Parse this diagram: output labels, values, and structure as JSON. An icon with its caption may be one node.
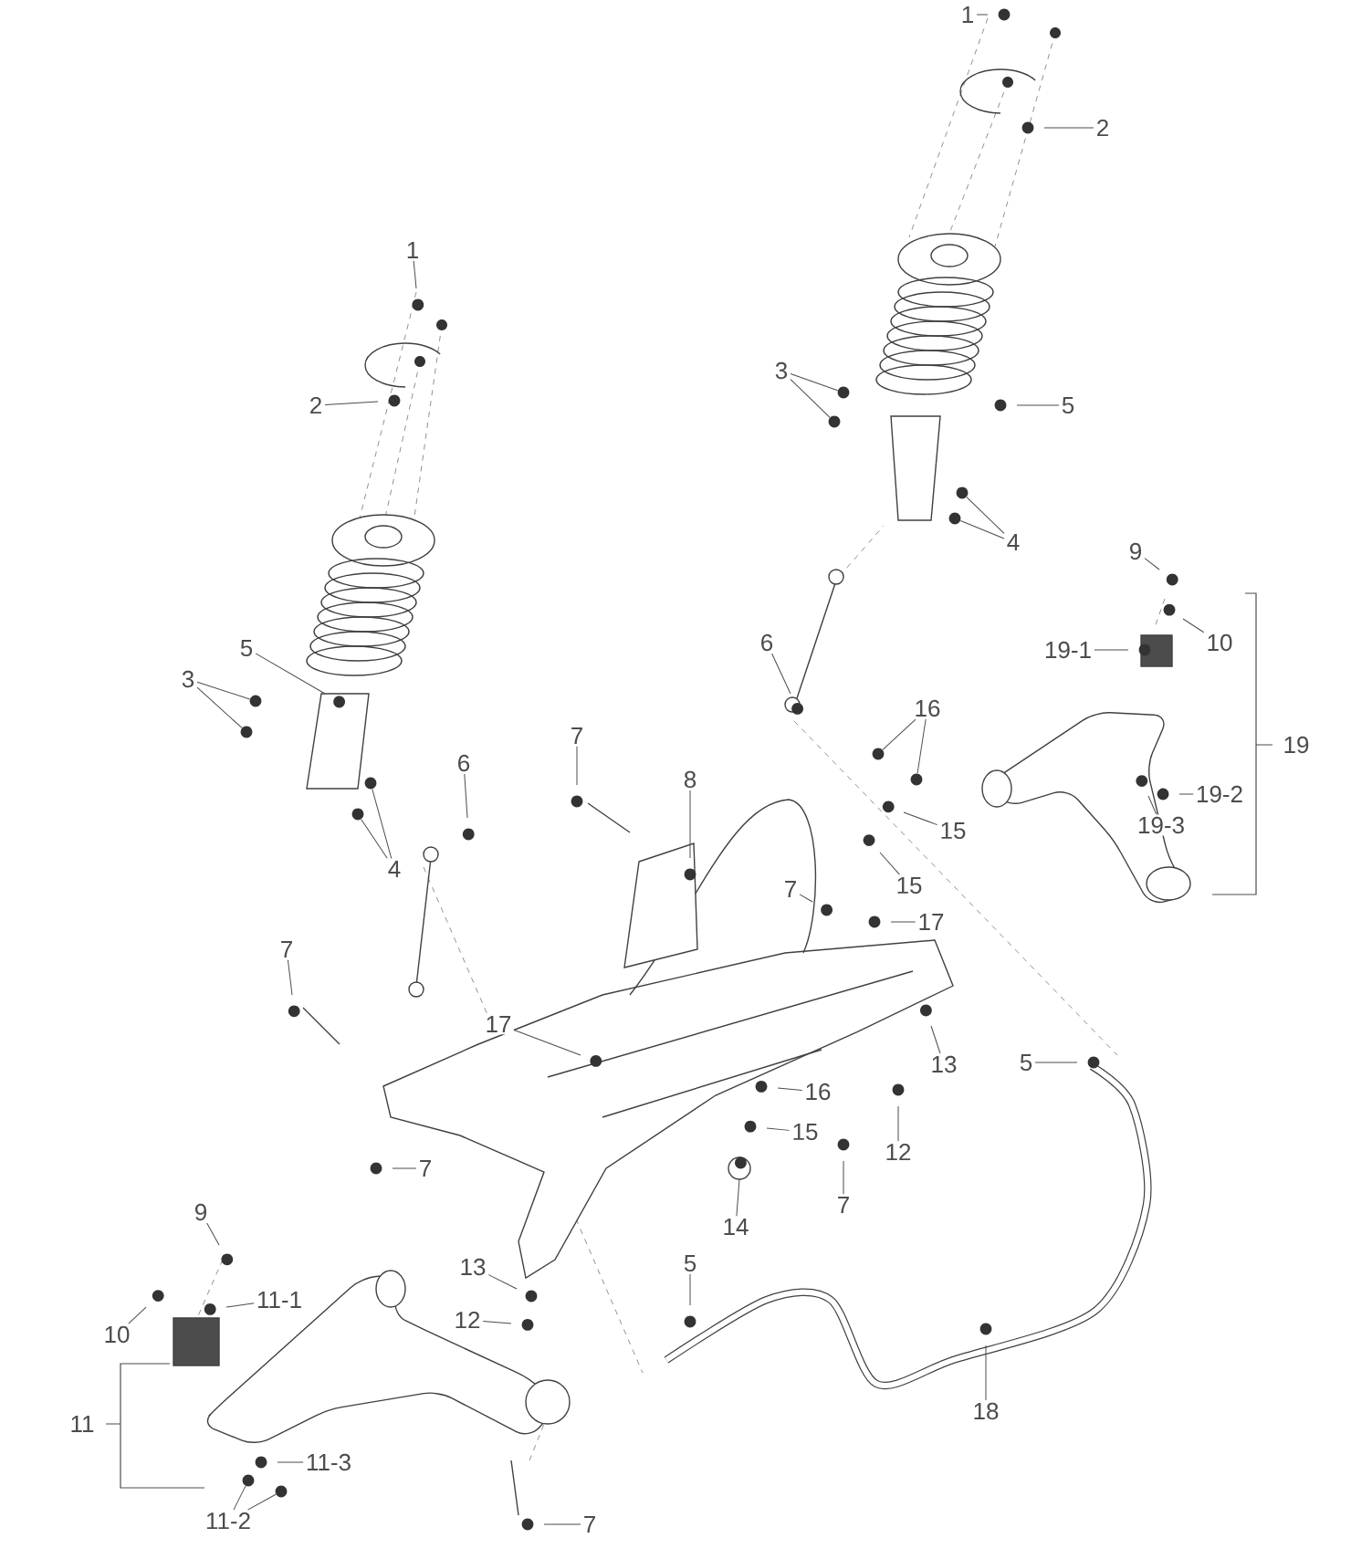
{
  "diagram": {
    "nodes": [
      {
        "text": [
          "1"
        ]
      },
      {
        "text": [
          "2"
        ]
      },
      {
        "text": [
          "3"
        ]
      },
      {
        "text": [
          "5"
        ]
      },
      {
        "text": [
          "1"
        ]
      },
      {
        "text": [
          "2"
        ]
      },
      {
        "text": [
          "4"
        ]
      },
      {
        "text": [
          "9"
        ]
      },
      {
        "text": [
          "10"
        ]
      },
      {
        "text": [
          "19-1"
        ]
      },
      {
        "text": [
          "5"
        ]
      },
      {
        "text": [
          "6"
        ]
      },
      {
        "text": [
          "3"
        ]
      },
      {
        "text": [
          "16"
        ]
      },
      {
        "text": [
          "7"
        ]
      },
      {
        "text": [
          "19"
        ]
      },
      {
        "text": [
          "6"
        ]
      },
      {
        "text": [
          "8"
        ]
      },
      {
        "text": [
          "19-2"
        ]
      },
      {
        "text": [
          "19-3"
        ]
      },
      {
        "text": [
          "15"
        ]
      },
      {
        "text": [
          "4"
        ]
      },
      {
        "text": [
          "15"
        ]
      },
      {
        "text": [
          "7"
        ]
      },
      {
        "text": [
          "17"
        ]
      },
      {
        "text": [
          "7"
        ]
      },
      {
        "text": [
          "17"
        ]
      },
      {
        "text": [
          "5"
        ]
      },
      {
        "text": [
          "13"
        ]
      },
      {
        "text": [
          "16"
        ]
      },
      {
        "text": [
          "15"
        ]
      },
      {
        "text": [
          "12"
        ]
      },
      {
        "text": [
          "7"
        ]
      },
      {
        "text": [
          "7"
        ]
      },
      {
        "text": [
          "9"
        ]
      },
      {
        "text": [
          "14"
        ]
      },
      {
        "text": [
          "5"
        ]
      },
      {
        "text": [
          "13"
        ]
      },
      {
        "text": [
          "11-1"
        ]
      },
      {
        "text": [
          "12"
        ]
      },
      {
        "text": [
          "10"
        ]
      },
      {
        "text": [
          "18"
        ]
      },
      {
        "text": [
          "11"
        ]
      },
      {
        "text": [
          "11-3"
        ]
      },
      {
        "text": [
          "11-2"
        ]
      },
      {
        "text": [
          "7"
        ]
      },
      {
        "text": [],
        "shape": "circle"
      },
      {
        "text": [],
        "shape": "circle"
      },
      {
        "text": [],
        "shape": "circle"
      },
      {
        "text": [],
        "shape": "circle"
      },
      {
        "text": [],
        "shape": "circle"
      },
      {
        "text": [],
        "shape": "circle"
      },
      {
        "text": [],
        "shape": "circle"
      },
      {
        "text": [],
        "shape": "circle"
      },
      {
        "text": [],
        "shape": "circle"
      },
      {
        "text": [],
        "shape": "circle"
      },
      {
        "text": [],
        "shape": "circle"
      },
      {
        "text": [],
        "shape": "circle"
      }
    ],
    "edges": [
      {
        "from": 0,
        "to": null,
        "arrow": "none"
      },
      {
        "from": 1,
        "to": null,
        "arrow": "none"
      },
      {
        "from": 2,
        "to": 46,
        "arrow": "none"
      },
      {
        "from": 2,
        "to": 47,
        "arrow": "none"
      },
      {
        "from": 3,
        "to": null,
        "arrow": "none"
      },
      {
        "from": 4,
        "to": null,
        "arrow": "none"
      },
      {
        "from": 5,
        "to": null,
        "arrow": "none"
      },
      {
        "from": 6,
        "to": 48,
        "arrow": "none"
      },
      {
        "from": 6,
        "to": 49,
        "arrow": "none"
      },
      {
        "from": 7,
        "to": null,
        "arrow": "none"
      },
      {
        "from": 8,
        "to": null,
        "arrow": "none"
      },
      {
        "from": 9,
        "to": null,
        "arrow": "none"
      },
      {
        "from": 10,
        "to": null,
        "arrow": "none"
      },
      {
        "from": 11,
        "to": null,
        "arrow": "none"
      },
      {
        "from": 12,
        "to": 50,
        "arrow": "none"
      },
      {
        "from": 12,
        "to": 51,
        "arrow": "none"
      },
      {
        "from": 13,
        "to": 52,
        "arrow": "none"
      },
      {
        "from": 13,
        "to": 53,
        "arrow": "none"
      },
      {
        "from": 14,
        "to": null,
        "arrow": "none"
      },
      {
        "from": 16,
        "to": null,
        "arrow": "none"
      },
      {
        "from": 17,
        "to": null,
        "arrow": "none"
      },
      {
        "from": 18,
        "to": null,
        "arrow": "none"
      },
      {
        "from": 19,
        "to": null,
        "arrow": "none"
      },
      {
        "from": 20,
        "to": null,
        "arrow": "none"
      },
      {
        "from": 21,
        "to": 54,
        "arrow": "none"
      },
      {
        "from": 21,
        "to": 55,
        "arrow": "none"
      },
      {
        "from": 22,
        "to": null,
        "arrow": "none"
      },
      {
        "from": 23,
        "to": null,
        "arrow": "none"
      },
      {
        "from": 24,
        "to": null,
        "arrow": "none"
      },
      {
        "from": 25,
        "to": null,
        "arrow": "none"
      },
      {
        "from": 26,
        "to": null,
        "arrow": "none"
      },
      {
        "from": 27,
        "to": null,
        "arrow": "none"
      },
      {
        "from": 28,
        "to": null,
        "arrow": "none"
      },
      {
        "from": 29,
        "to": null,
        "arrow": "none"
      },
      {
        "from": 30,
        "to": null,
        "arrow": "none"
      },
      {
        "from": 31,
        "to": null,
        "arrow": "none"
      },
      {
        "from": 32,
        "to": null,
        "arrow": "none"
      },
      {
        "from": 33,
        "to": null,
        "arrow": "none"
      },
      {
        "from": 34,
        "to": null,
        "arrow": "none"
      },
      {
        "from": 35,
        "to": null,
        "arrow": "none"
      },
      {
        "from": 36,
        "to": null,
        "arrow": "none"
      },
      {
        "from": 37,
        "to": null,
        "arrow": "none"
      },
      {
        "from": 38,
        "to": null,
        "arrow": "none"
      },
      {
        "from": 39,
        "to": null,
        "arrow": "none"
      },
      {
        "from": 40,
        "to": null,
        "arrow": "none"
      },
      {
        "from": 41,
        "to": null,
        "arrow": "none"
      },
      {
        "from": 43,
        "to": null,
        "arrow": "none"
      },
      {
        "from": 44,
        "to": 56,
        "arrow": "none"
      },
      {
        "from": 44,
        "to": 57,
        "arrow": "none"
      },
      {
        "from": 45,
        "to": null,
        "arrow": "none"
      }
    ]
  }
}
